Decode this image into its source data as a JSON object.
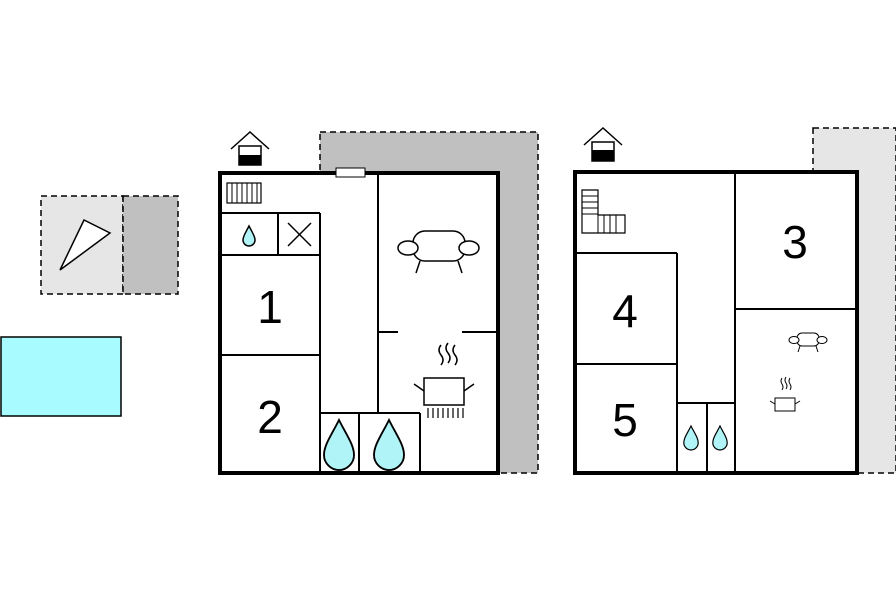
{
  "floor_plan": {
    "ground_floor": {
      "rooms": [
        {
          "id": "bedroom-1",
          "label": "1"
        },
        {
          "id": "bedroom-2",
          "label": "2"
        }
      ],
      "icons": [
        "entrance-icon",
        "radiator-icon",
        "shower-icon",
        "toilet-icon",
        "sofa-icon",
        "kitchen-icon",
        "bath-icon"
      ]
    },
    "upper_floor": {
      "rooms": [
        {
          "id": "bedroom-3",
          "label": "3"
        },
        {
          "id": "bedroom-4",
          "label": "4"
        },
        {
          "id": "bedroom-5",
          "label": "5"
        }
      ],
      "icons": [
        "entrance-icon",
        "stairs-icon",
        "sofa-icon",
        "kitchen-icon",
        "bath-icon"
      ]
    },
    "outdoor": [
      "terrace",
      "covered-terrace",
      "garden-shed",
      "pool"
    ],
    "colors": {
      "wall": "#000000",
      "terrace_dark": "#c0c0c0",
      "terrace_light": "#e6e6e6",
      "pool": "#a8fcff",
      "water": "#b0f4f8"
    }
  }
}
